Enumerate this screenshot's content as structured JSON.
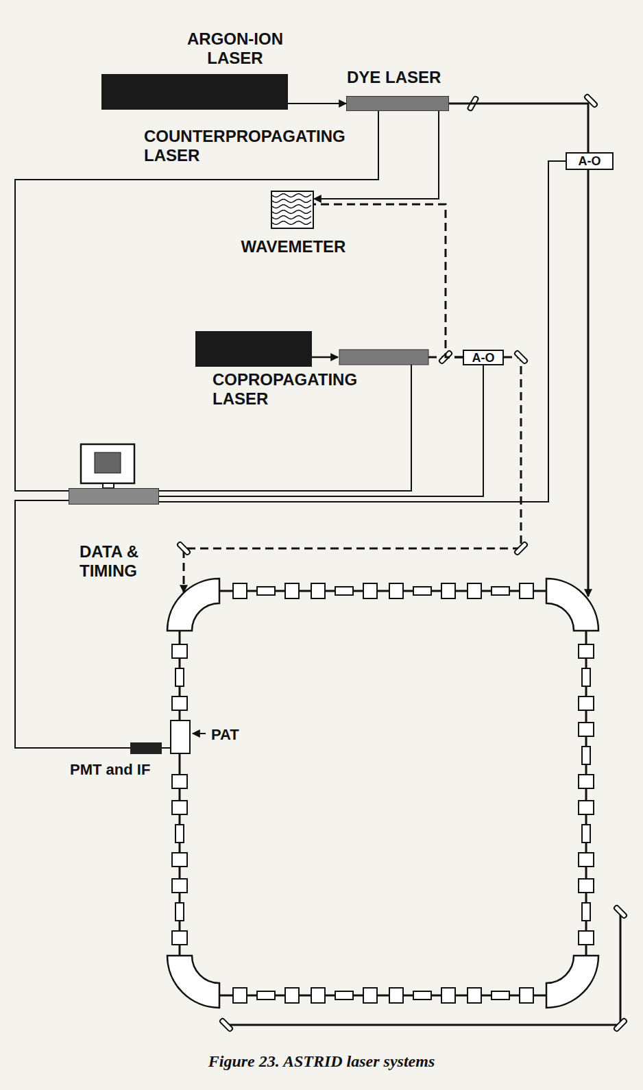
{
  "diagram": {
    "caption": "Figure 23. ASTRID laser systems",
    "nodes": [
      {
        "text": [
          "ARGON-ION LASER"
        ]
      },
      {
        "text": [
          "DYE LASER"
        ]
      },
      {
        "text": [
          "A-O"
        ]
      },
      {
        "text": [
          "WAVEMETER"
        ]
      },
      {
        "text": [
          "A-O"
        ]
      },
      {
        "text": [
          "DATA & TIMING"
        ]
      },
      {
        "text": [
          "PAT"
        ]
      },
      {
        "text": [
          "PMT and IF"
        ]
      }
    ],
    "edges": [
      {
        "from": 0,
        "to": 1,
        "arrow": "to"
      },
      {
        "from": 1,
        "to": 2,
        "arrow": "none"
      },
      {
        "from": 1,
        "to": 3,
        "arrow": "to"
      },
      {
        "from": 4,
        "to": 3,
        "arrow": "none"
      },
      {
        "from": 5,
        "to": 1,
        "arrow": "none"
      },
      {
        "from": 5,
        "to": 2,
        "arrow": "none"
      },
      {
        "from": 5,
        "to": 4,
        "arrow": "none"
      },
      {
        "from": 5,
        "to": 7,
        "arrow": "none"
      },
      {
        "from": 7,
        "to": 6,
        "arrow": "none"
      }
    ],
    "labels": [
      "COUNTERPROPAGATING LASER",
      "COPROPAGATING LASER"
    ]
  }
}
